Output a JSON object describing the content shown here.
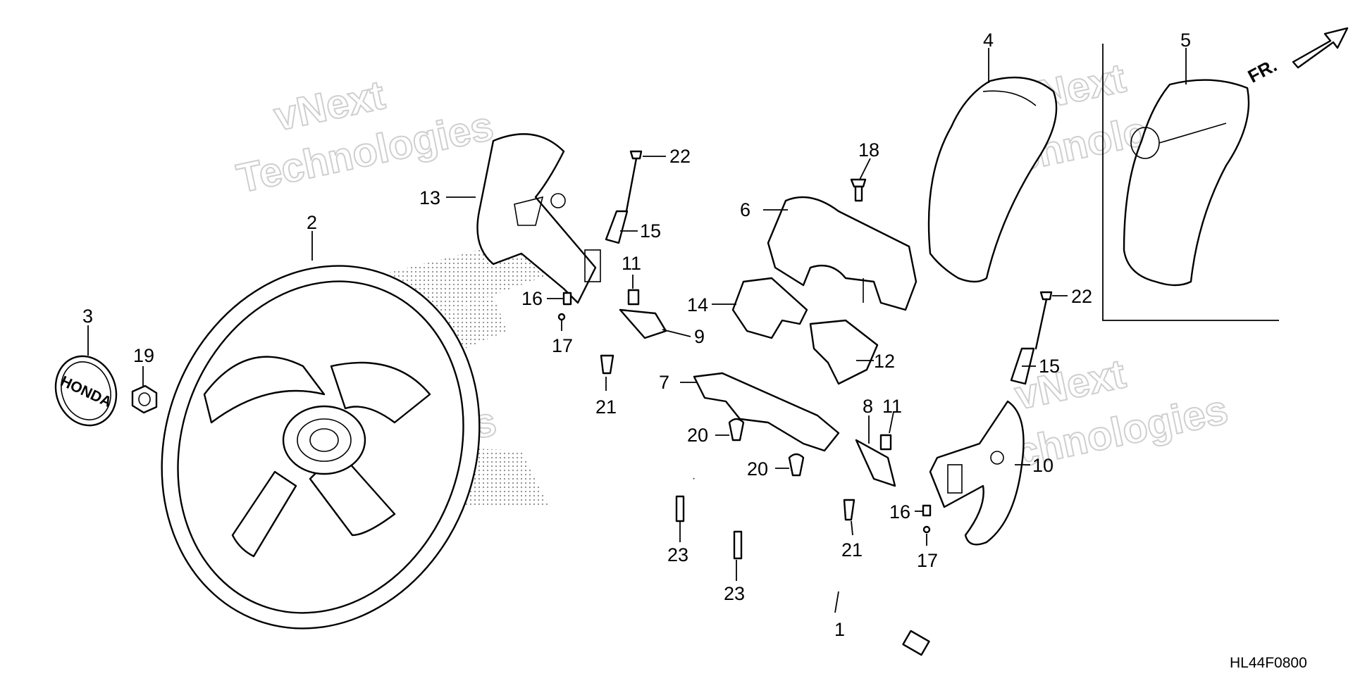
{
  "diagram": {
    "watermark_line1": "vNext",
    "watermark_line2": "Technologies",
    "direction_label": "FR.",
    "drawing_code": "HL44F0800",
    "emblem_text": "HONDA",
    "callouts": [
      {
        "id": "c1",
        "label": "1"
      },
      {
        "id": "c2",
        "label": "2"
      },
      {
        "id": "c3",
        "label": "3"
      },
      {
        "id": "c4",
        "label": "4"
      },
      {
        "id": "c5",
        "label": "5"
      },
      {
        "id": "c6",
        "label": "6"
      },
      {
        "id": "c7",
        "label": "7"
      },
      {
        "id": "c8",
        "label": "8"
      },
      {
        "id": "c9",
        "label": "9"
      },
      {
        "id": "c10",
        "label": "10"
      },
      {
        "id": "c11a",
        "label": "11"
      },
      {
        "id": "c11b",
        "label": "11"
      },
      {
        "id": "c12",
        "label": "12"
      },
      {
        "id": "c13",
        "label": "13"
      },
      {
        "id": "c14",
        "label": "14"
      },
      {
        "id": "c15a",
        "label": "15"
      },
      {
        "id": "c15b",
        "label": "15"
      },
      {
        "id": "c16a",
        "label": "16"
      },
      {
        "id": "c16b",
        "label": "16"
      },
      {
        "id": "c17a",
        "label": "17"
      },
      {
        "id": "c17b",
        "label": "17"
      },
      {
        "id": "c18",
        "label": "18"
      },
      {
        "id": "c19",
        "label": "19"
      },
      {
        "id": "c20a",
        "label": "20"
      },
      {
        "id": "c20b",
        "label": "20"
      },
      {
        "id": "c21a",
        "label": "21"
      },
      {
        "id": "c21b",
        "label": "21"
      },
      {
        "id": "c22a",
        "label": "22"
      },
      {
        "id": "c22b",
        "label": "22"
      },
      {
        "id": "c23a",
        "label": "23"
      },
      {
        "id": "c23b",
        "label": "23"
      }
    ]
  }
}
